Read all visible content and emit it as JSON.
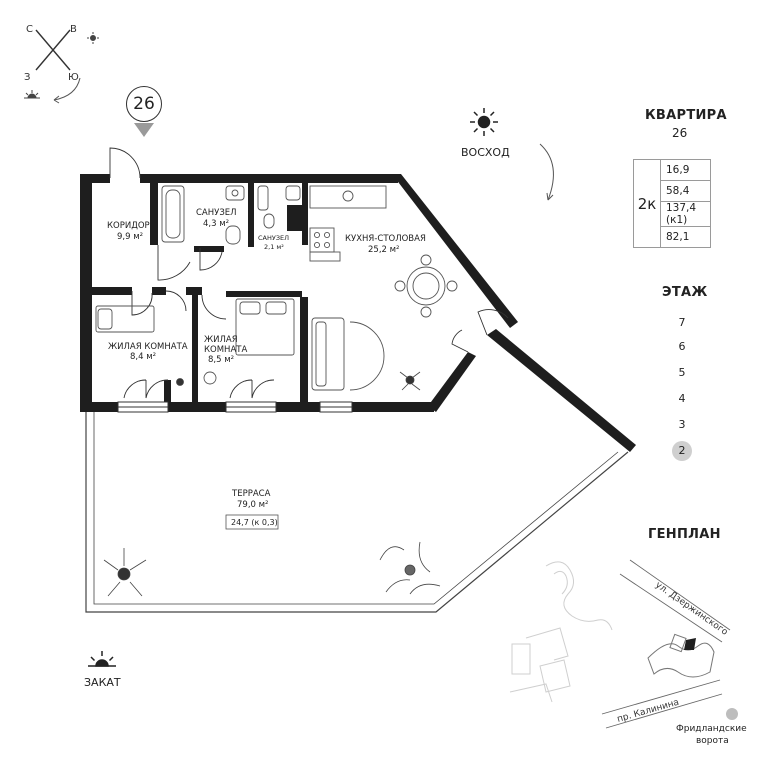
{
  "compass": {
    "n": "С",
    "e": "В",
    "w": "З",
    "s": "Ю"
  },
  "apartment_badge": "26",
  "sunrise_label": "ВОСХОД",
  "sunset_label": "ЗАКАТ",
  "info": {
    "title": "КВАРТИРА",
    "number": "26",
    "rooms": "2к",
    "values": [
      "16,9",
      "58,4",
      "137,4 (к1)",
      "82,1"
    ]
  },
  "floors": {
    "title": "ЭТАЖ",
    "items": [
      "7",
      "6",
      "5",
      "4",
      "3",
      "2"
    ],
    "selected": "2"
  },
  "rooms": {
    "corridor": {
      "name": "КОРИДОР",
      "area": "9,9 м²"
    },
    "bath1": {
      "name": "САНУЗЕЛ",
      "area": "4,3 м²"
    },
    "bath2": {
      "name": "САНУЗЕЛ",
      "area": "2,1 м²"
    },
    "kitchen": {
      "name": "КУХНЯ-СТОЛОВАЯ",
      "area": "25,2 м²"
    },
    "room1": {
      "name1": "ЖИЛАЯ КОМНАТА",
      "area": "8,4 м²"
    },
    "room2": {
      "name1": "ЖИЛАЯ",
      "name2": "КОМНАТА",
      "area": "8,5 м²"
    },
    "terrace": {
      "name": "ТЕРРАСА",
      "area": "79,0 м²",
      "coef": "24,7 (к 0,3)"
    }
  },
  "genplan": {
    "title": "ГЕНПЛАН",
    "street1": "ул. Дзержинского",
    "street2": "пр. Калинина",
    "landmark1": "Фридландские",
    "landmark2": "ворота"
  }
}
